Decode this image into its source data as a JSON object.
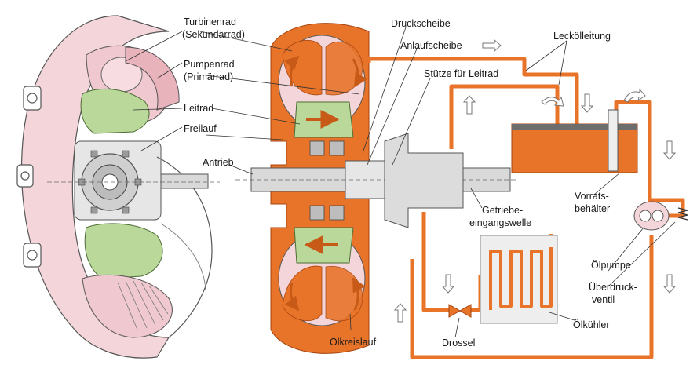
{
  "labels": {
    "turbinenrad": "Turbinenrad",
    "turbinenrad_sub": "(Sekundärrad)",
    "pumpenrad": "Pumpenrad",
    "pumpenrad_sub": "(Primärrad)",
    "leitrad": "Leitrad",
    "freilauf": "Freilauf",
    "antrieb": "Antrieb",
    "druckscheibe": "Druckscheibe",
    "anlaufscheibe": "Anlaufscheibe",
    "stuetze": "Stütze für Leitrad",
    "leckoelleitung": "Leckölleitung",
    "getriebe_1": "Getriebe-",
    "getriebe_2": "eingangswelle",
    "vorrats_1": "Vorrats-",
    "vorrats_2": "behälter",
    "oelpumpe": "Ölpumpe",
    "ueberdruck_1": "Überdruck-",
    "ueberdruck_2": "ventil",
    "oelkuehler": "Ölkühler",
    "drossel": "Drossel",
    "oelkreislauf": "Ölkreislauf"
  },
  "colors": {
    "oil": "#e8742a",
    "oil_dark": "#c85a18",
    "housing_pink": "#f4d6da",
    "stator_green": "#b9d89a",
    "shaft_grey": "#d9d9d9",
    "steel_dark": "#777777",
    "tank_top": "#6d6d6d",
    "cooler_box": "#eeeeee",
    "leader": "#333333"
  }
}
